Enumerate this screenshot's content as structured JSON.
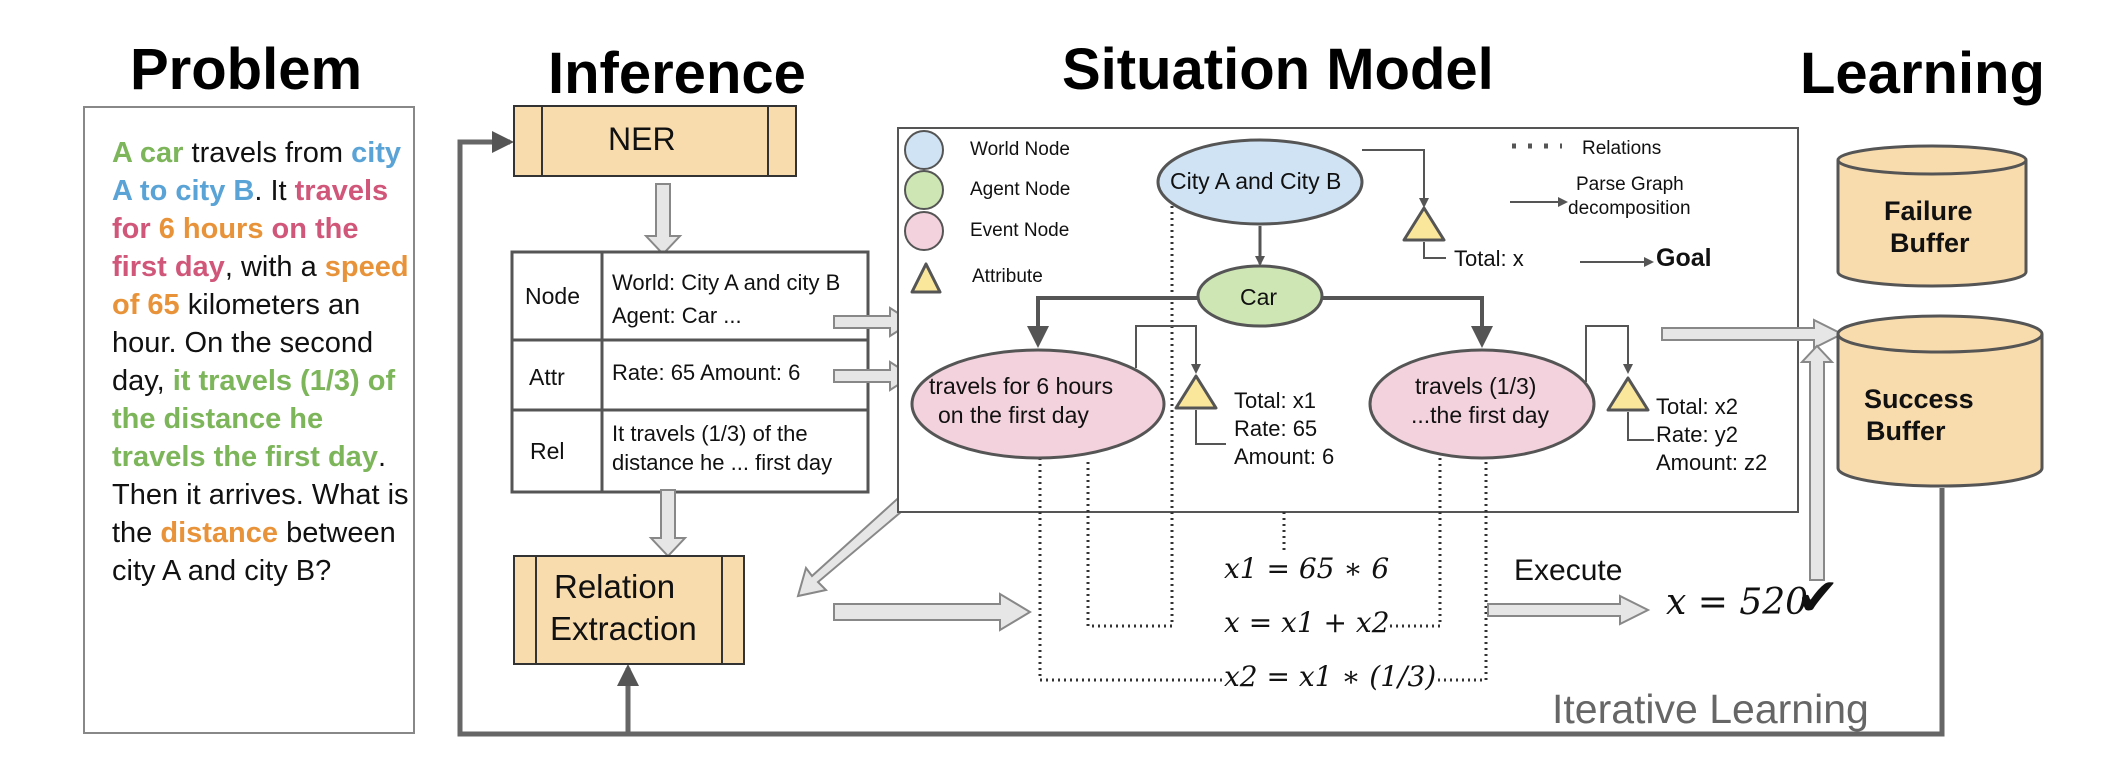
{
  "titles": {
    "problem": "Problem",
    "inference": "Inference",
    "situation_model": "Situation Model",
    "learning": "Learning"
  },
  "problem_text": [
    {
      "text": "A car",
      "color": "green"
    },
    {
      "text": " travels from ",
      "color": "plain"
    },
    {
      "text": "city A to city B",
      "color": "blue"
    },
    {
      "text": ". It ",
      "color": "plain"
    },
    {
      "text": "travels for ",
      "color": "pink"
    },
    {
      "text": "6 hours",
      "color": "orange"
    },
    {
      "text": " on the first day",
      "color": "pink"
    },
    {
      "text": ", with a ",
      "color": "plain"
    },
    {
      "text": "speed of 65",
      "color": "orange"
    },
    {
      "text": " kilometers an hour. On the second day, ",
      "color": "plain"
    },
    {
      "text": "it travels (1/3) of the distance he travels the first day",
      "color": "green"
    },
    {
      "text": ". Then it arrives. What is the ",
      "color": "plain"
    },
    {
      "text": "distance",
      "color": "orange"
    },
    {
      "text": " between city A and city B?",
      "color": "plain"
    }
  ],
  "inference": {
    "ner_label": "NER",
    "relation_extraction_line1": "Relation",
    "relation_extraction_line2": "Extraction",
    "table": {
      "rows": [
        {
          "key": "Node",
          "value_line1": "World: City A and city B",
          "value_line2": "Agent: Car ..."
        },
        {
          "key": "Attr",
          "value_line1": "Rate: 65 Amount: 6",
          "value_line2": ""
        },
        {
          "key": "Rel",
          "value_line1": "It travels (1/3) of the",
          "value_line2": "distance he ... first day"
        }
      ]
    }
  },
  "legend": {
    "world_node": "World Node",
    "agent_node": "Agent Node",
    "event_node": "Event Node",
    "attribute": "Attribute",
    "relations": "Relations",
    "parse_graph_line1": "Parse Graph",
    "parse_graph_line2": "decomposition",
    "goal": "Goal"
  },
  "situation_model": {
    "world_node_label": "City A and City B",
    "total_x": "Total: x",
    "agent_node_label": "Car",
    "event1_line1": "travels for 6 hours",
    "event1_line2": "on the first day",
    "event1_attr": [
      "Total: x1",
      "Rate: 65",
      "Amount: 6"
    ],
    "event2_line1": "travels (1/3)",
    "event2_line2": "...the first day",
    "event2_attr": [
      "Total: x2",
      "Rate: y2",
      "Amount: z2"
    ]
  },
  "equations": {
    "eq1": "x1 = 65 ∗ 6",
    "eq2": "x = x1 + x2",
    "eq3": "x2 = x1 ∗ (1/3)",
    "execute": "Execute",
    "result": "x = 520",
    "checkmark": "✔"
  },
  "learning": {
    "failure_line1": "Failure",
    "failure_line2": "Buffer",
    "success_line1": "Success",
    "success_line2": "Buffer",
    "iterative": "Iterative Learning"
  },
  "colors": {
    "orange_fill": "#f9dcae",
    "blue_fill": "#cfe3f4",
    "green_fill": "#cde6b4",
    "pink_fill": "#f3d2dd",
    "yellow_fill": "#fbe79b",
    "arrow_fill": "#e6e6e6",
    "line": "#555555"
  }
}
